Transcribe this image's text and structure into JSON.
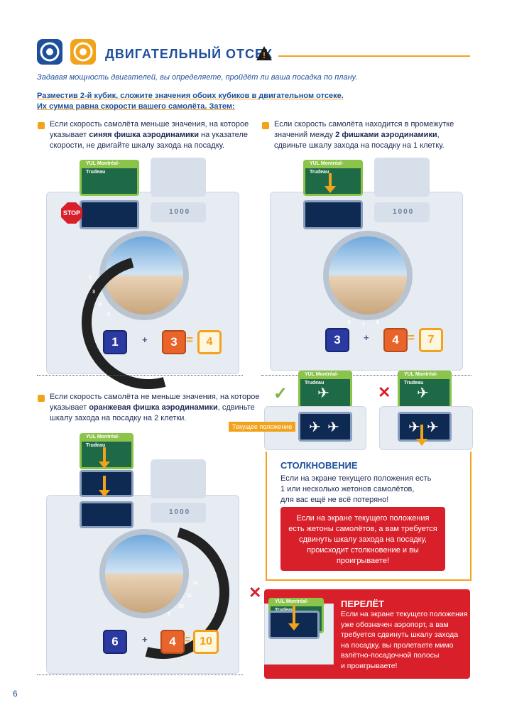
{
  "header": {
    "title": "ДВИГАТЕЛЬНЫЙ ОТСЕК",
    "warning_icon": "warning-triangle-icon",
    "icon_left": "engine-blue-icon",
    "icon_right": "engine-orange-icon"
  },
  "intro": "Задавая мощность двигателей, вы определяете, пройдёт ли ваша посадка по плану.",
  "rule_lines": [
    "Разместив 2-й кубик, сложите значения обоих кубиков в двигательном отсеке.",
    "Их сумма равна скорости вашего самолёта. Затем:"
  ],
  "case1": {
    "lines": [
      "Если скорость самолёта меньше значения, на которое",
      "указывает ",
      "синяя фишка аэродинамики",
      " на указателе",
      "скорости, не двигайте шкалу захода на посадку."
    ],
    "blue_die": "1",
    "orange_die": "3",
    "sum": "4",
    "stop": "STOP"
  },
  "case2": {
    "lines": [
      "Если скорость самолёта находится в промежутке",
      "значений между ",
      "2 фишками аэродинамики",
      ",",
      "сдвиньте шкалу захода на посадку на 1 клетку."
    ],
    "blue_die": "3",
    "orange_die": "4",
    "sum": "7"
  },
  "case3": {
    "lines": [
      "Если скорость самолёта не меньше значения, на которое",
      "указывает ",
      "оранжевая фишка аэродинамики",
      ", сдвиньте",
      "шкалу захода на посадку на 2 клетки."
    ],
    "blue_die": "6",
    "orange_die": "4",
    "sum": "10"
  },
  "card": {
    "code": "YUL",
    "name": "Montréal-Trudeau",
    "altitude": "1000"
  },
  "dial_ticks": {
    "case1": [
      "2",
      "3",
      "4",
      "5"
    ],
    "case2": [
      "6",
      "7",
      "8"
    ],
    "case3": [
      "9",
      "10",
      "11",
      "12"
    ]
  },
  "operators": {
    "plus": "+",
    "equals": "="
  },
  "collision": {
    "position_label": "Текущее положение",
    "title": "СТОЛКНОВЕНИЕ",
    "text_lines": [
      "Если на экране текущего положения есть",
      "1 или несколько жетонов самолётов,",
      "для вас ещё не всё потеряно!"
    ],
    "red_lines": [
      "Если на экране текущего положения",
      "есть жетоны самолётов, а вам требуется",
      "сдвинуть шкалу захода на посадку,",
      "происходит столкновение и вы",
      "проигрываете!"
    ]
  },
  "overshoot": {
    "title": "ПЕРЕЛЁТ",
    "lines": [
      "Если на экране текущего положения",
      "уже обозначен аэропорт, а вам",
      "требуется сдвинуть шкалу захода",
      "на посадку, вы пролетаете мимо",
      "взлётно-посадочной полосы",
      "и проигрываете!"
    ]
  },
  "page_number": "6",
  "colors": {
    "blue": "#1e4f9c",
    "orange": "#f2a31c",
    "red": "#d9202a",
    "green": "#8cc34a"
  }
}
